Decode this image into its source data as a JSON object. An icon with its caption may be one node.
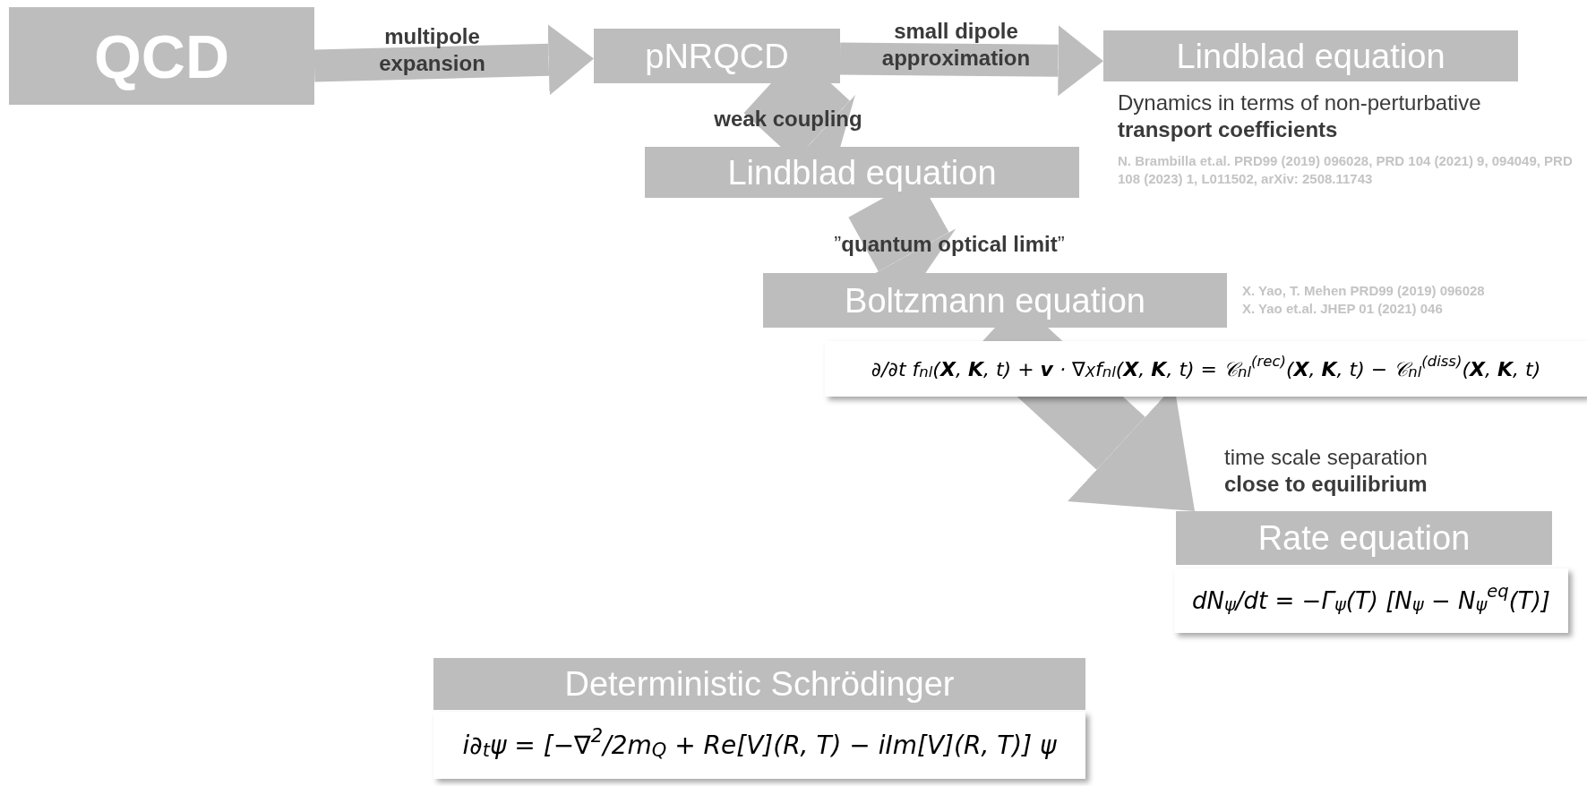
{
  "diagram": {
    "nodes": [
      {
        "text": [
          "QCD"
        ]
      },
      {
        "text": [
          "pNRQCD"
        ]
      },
      {
        "text": [
          "Lindblad equation"
        ],
        "beside": [
          "Dynamics in terms of non-perturbative **transport coefficients**",
          "N. Brambilla et.al. PRD99 (2019) 096028, PRD 104 (2021) 9, 094049, PRD 108 (2023) 1, L011502, arXiv: 2508.11743"
        ]
      },
      {
        "text": [
          "Lindblad equation"
        ]
      },
      {
        "text": [
          "Boltzmann equation"
        ],
        "beside": [
          "X. Yao, T. Mehen PRD99 (2019) 096028",
          "X. Yao et.al. JHEP 01 (2021) 046",
          "∂/∂t f$_{nl}$(**X**, **K**, t) + **v** · ∇$_{X}$f$_{nl}$(**X**, **K**, t) = 𝒞$_{nl}$$^{(rec)}$(**X**, **K**, t) − 𝒞$_{nl}$$^{(diss)}$(**X**, **K**, t)"
        ]
      },
      {
        "text": [
          "Rate equation"
        ],
        "beside": [
          "dN$_{ψ}$/dt = −Γ$_{ψ}$(T) [N$_{ψ}$ − N$_{ψ}$$^{eq}$(T)]"
        ]
      },
      {
        "text": [
          "Deterministic Schrödinger"
        ],
        "beside": [
          "i∂$_{t}$ψ = [−∇$^{2}$/2m$_{Q}$ + Re[V](R, T) − iIm[V](R, T)] ψ"
        ]
      }
    ],
    "edges": [
      {
        "from": 0,
        "to": 1,
        "arrow": "to",
        "label": "multipole expansion"
      },
      {
        "from": 1,
        "to": 2,
        "arrow": "to",
        "label": "small dipole approximation"
      },
      {
        "from": 1,
        "to": 3,
        "arrow": "to",
        "label": "weak coupling"
      },
      {
        "from": 3,
        "to": 4,
        "arrow": "to",
        "label": "”**quantum optical limit**”"
      },
      {
        "from": 4,
        "to": 5,
        "arrow": "to",
        "label": "time scale separation **close to equilibrium**"
      }
    ]
  }
}
